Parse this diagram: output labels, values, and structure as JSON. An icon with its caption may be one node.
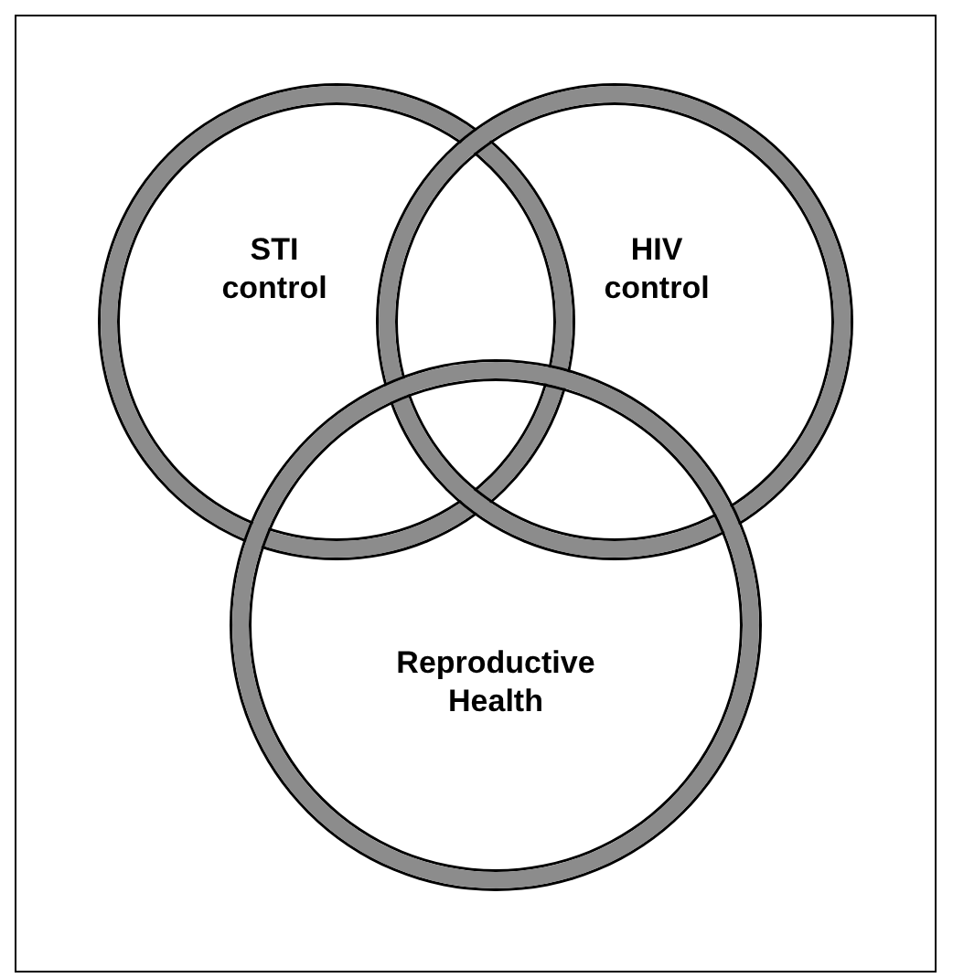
{
  "diagram": {
    "nodes": [
      {
        "text": [
          "STI control"
        ]
      },
      {
        "text": [
          "HIV control"
        ]
      },
      {
        "text": [
          "Reproductive Health"
        ]
      }
    ]
  }
}
